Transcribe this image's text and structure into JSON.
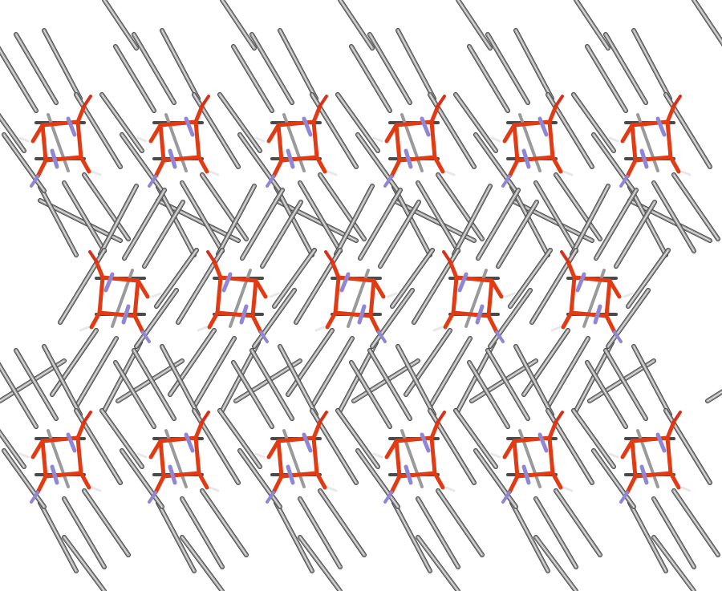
{
  "image": {
    "subject": "crystal-packing-diagram",
    "colors": {
      "background": "#ffffff",
      "carbon_bond": "#9a9a9a",
      "carbon_bond_dark": "#4a4a4a",
      "hydrogen": "#e8e8e8",
      "metal_bond": "#e23a12",
      "nitrogen": "#8e86d6",
      "oxygen": "#d9301a"
    },
    "grid": {
      "columns_outer_rows": 6,
      "columns_middle_row": 5,
      "rows": 3
    }
  }
}
